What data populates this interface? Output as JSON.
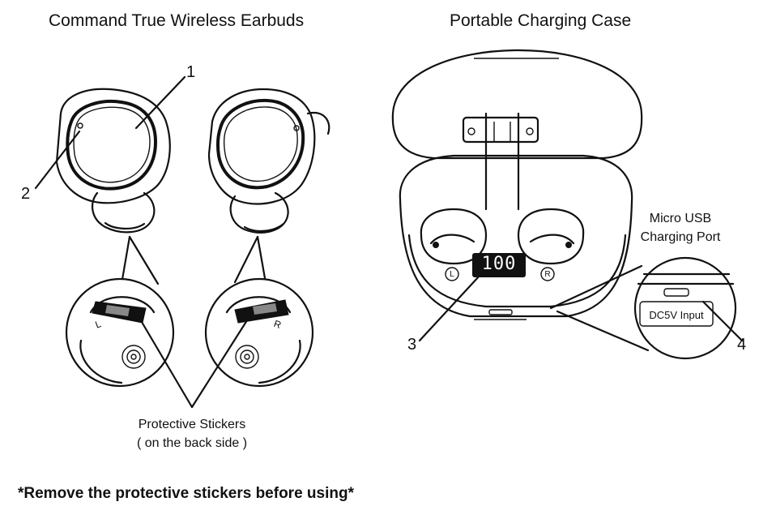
{
  "titles": {
    "earbuds": "Command True Wireless Earbuds",
    "case": "Portable Charging Case"
  },
  "callouts": {
    "n1": "1",
    "n2": "2",
    "n3": "3",
    "n4": "4"
  },
  "earbud_marks": {
    "left": "L",
    "right": "R"
  },
  "stickers_label": {
    "line1": "Protective Stickers",
    "line2": "( on the back side )"
  },
  "case": {
    "display_value": "100",
    "left_mark": "L",
    "right_mark": "R",
    "port_text": "DC5V  Input",
    "port_label_line1": "Micro USB",
    "port_label_line2": "Charging Port"
  },
  "footer": "*Remove the protective stickers before using*"
}
